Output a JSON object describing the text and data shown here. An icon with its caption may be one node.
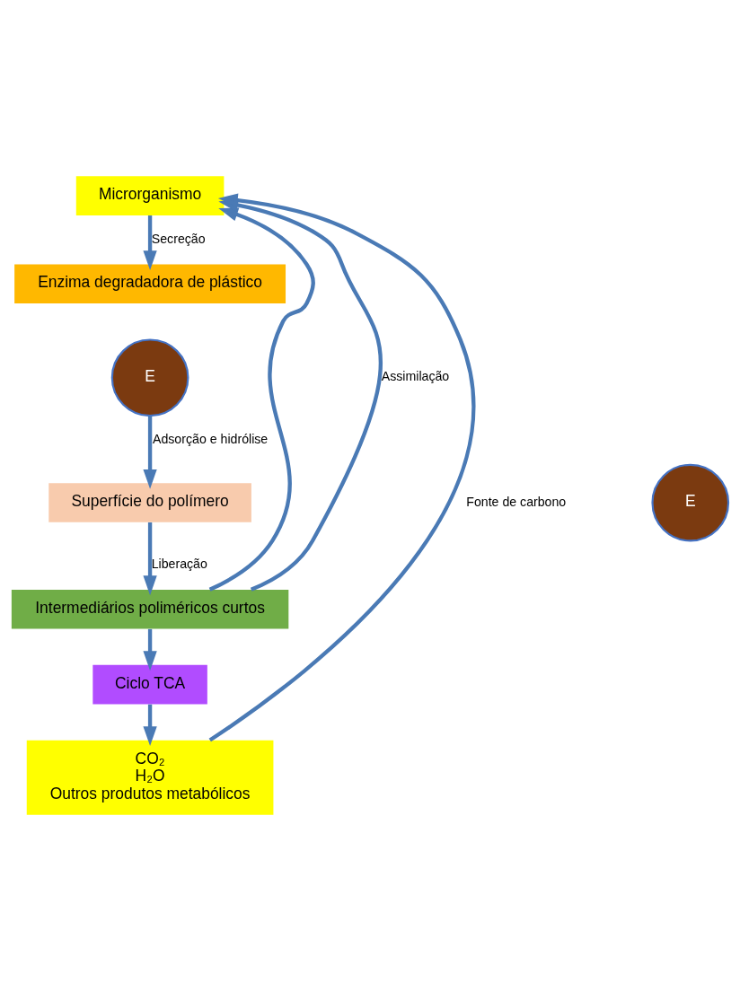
{
  "diagram": {
    "nodes": [
      {
        "text": [
          "Microrganismo"
        ]
      },
      {
        "text": [
          "Enzima degradadora de plástico"
        ]
      },
      {
        "text": [
          "E"
        ]
      },
      {
        "text": [
          "E"
        ]
      },
      {
        "text": [
          "Superfície do polímero"
        ]
      },
      {
        "text": [
          "Intermediários poliméricos curtos"
        ]
      },
      {
        "text": [
          "Ciclo TCA"
        ]
      },
      {
        "text": [
          "CO₂",
          "H₂O",
          "Outros produtos metabólicos"
        ]
      }
    ],
    "edges": [
      {
        "from": 0,
        "to": 1,
        "arrow": "to",
        "label": "Secreção"
      },
      {
        "from": 2,
        "to": 4,
        "arrow": "to",
        "label": "Adsorção e hidrólise"
      },
      {
        "from": 4,
        "to": 5,
        "arrow": "to",
        "label": "Liberação"
      },
      {
        "from": 5,
        "to": 6,
        "arrow": "to"
      },
      {
        "from": 6,
        "to": 7,
        "arrow": "to"
      },
      {
        "from": 7,
        "to": 0,
        "arrow": "to",
        "label": "Fonte de carbono"
      },
      {
        "from": 5,
        "to": 0,
        "arrow": "to"
      },
      {
        "from": 5,
        "to": 0,
        "arrow": "to",
        "label": "Assimilação"
      }
    ]
  }
}
